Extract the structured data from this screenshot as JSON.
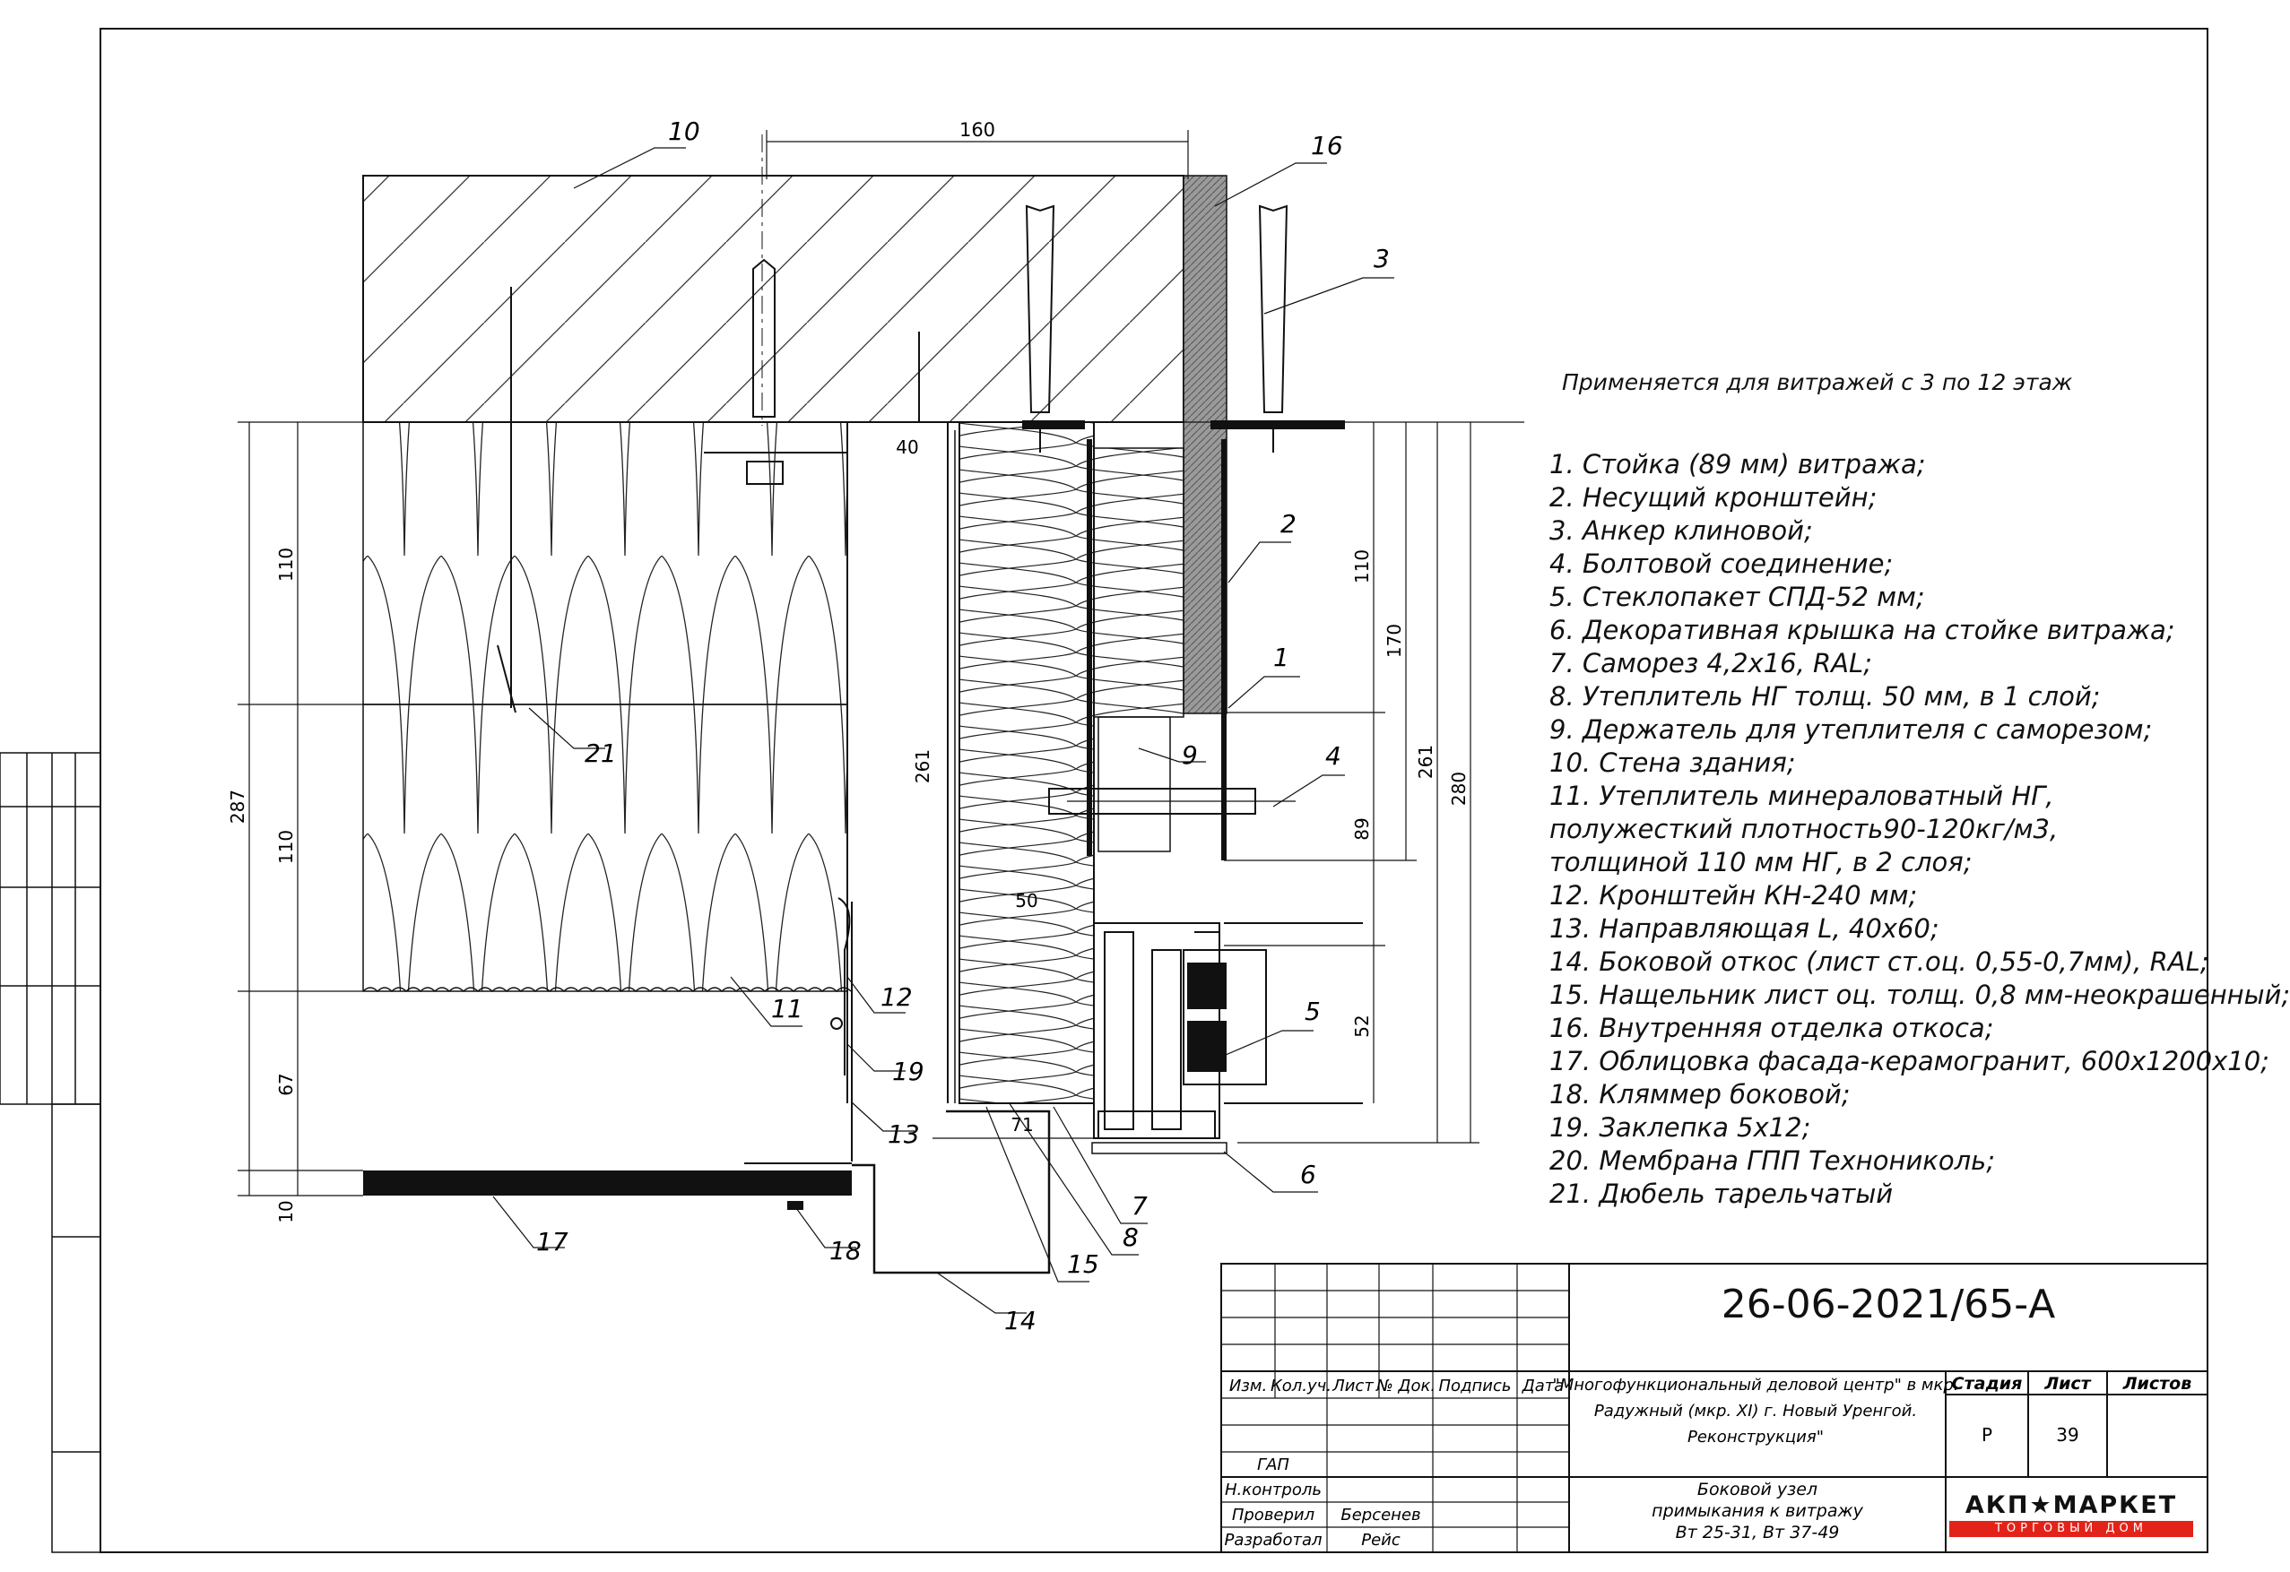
{
  "notes": {
    "applies_to": "Применяется для витражей с 3 по 12 этаж",
    "items": [
      "1. Стойка (89 мм) витража;",
      "2. Несущий кронштейн;",
      "3. Анкер клиновой;",
      "4. Болтовой соединение;",
      "5. Стеклопакет СПД-52 мм;",
      "6. Декоративная крышка на стойке витража;",
      "7. Саморез 4,2х16, RAL;",
      "8. Утеплитель НГ толщ. 50 мм, в 1 слой;",
      "9. Держатель для утеплителя с саморезом;",
      "10. Стена здания;",
      "11. Утеплитель минераловатный НГ, полужесткий плотность90-120кг/м3, толщиной 110 мм НГ, в 2 слоя;",
      "12. Кронштейн КН-240 мм;",
      "13. Направляющая L, 40х60;",
      "14. Боковой откос (лист ст.оц. 0,55-0,7мм), RAL;",
      "15. Нащельник лист оц. толщ. 0,8 мм-неокрашенный;",
      "16. Внутренняя отделка откоса;",
      "17. Облицовка фасада-керамогранит, 600х1200х10;",
      "18. Кляммер боковой;",
      "19. Заклепка 5х12;",
      "20. Мембрана ГПП Технониколь;",
      "21. Дюбель тарельчатый"
    ]
  },
  "callouts": [
    "1",
    "2",
    "3",
    "4",
    "5",
    "6",
    "7",
    "8",
    "9",
    "10",
    "11",
    "12",
    "13",
    "14",
    "15",
    "16",
    "17",
    "18",
    "19",
    "21"
  ],
  "dimensions": {
    "top": "160",
    "d40": "40",
    "d50": "50",
    "d71": "71",
    "d261_inner": "261",
    "left_total": "287",
    "left_110a": "110",
    "left_110b": "110",
    "left_67": "67",
    "left_10": "10",
    "right_110": "110",
    "right_170": "170",
    "right_89": "89",
    "right_261": "261",
    "right_280": "280",
    "right_52": "52"
  },
  "title_block": {
    "code": "26-06-2021/65-А",
    "headers": {
      "izm": "Изм.",
      "koluch": "Кол.уч.",
      "list": "Лист",
      "ndok": "№ Док.",
      "podpis": "Подпись",
      "data": "Дата"
    },
    "project": [
      "\"Многофункциональный деловой центр\" в мкр.",
      "Радужный (мкр. XI) г. Новый Уренгой.",
      "Реконструкция\""
    ],
    "stage_label": "Стадия",
    "sheet_label": "Лист",
    "sheets_label": "Листов",
    "stage": "Р",
    "sheet": "39",
    "roles": {
      "gap": "ГАП",
      "nkontrol": "Н.контроль",
      "proveril": "Проверил",
      "razrabotal": "Разработал"
    },
    "names": {
      "proveril": "Берсенев",
      "razrabotal": "Рейс"
    },
    "drawing_title": [
      "Боковой узел",
      "примыкания к витражу",
      "Вт 25-31, Вт 37-49"
    ],
    "brand_name": "АКП★МАРКЕТ",
    "brand_sub": "ТОРГОВЫЙ ДОМ"
  }
}
